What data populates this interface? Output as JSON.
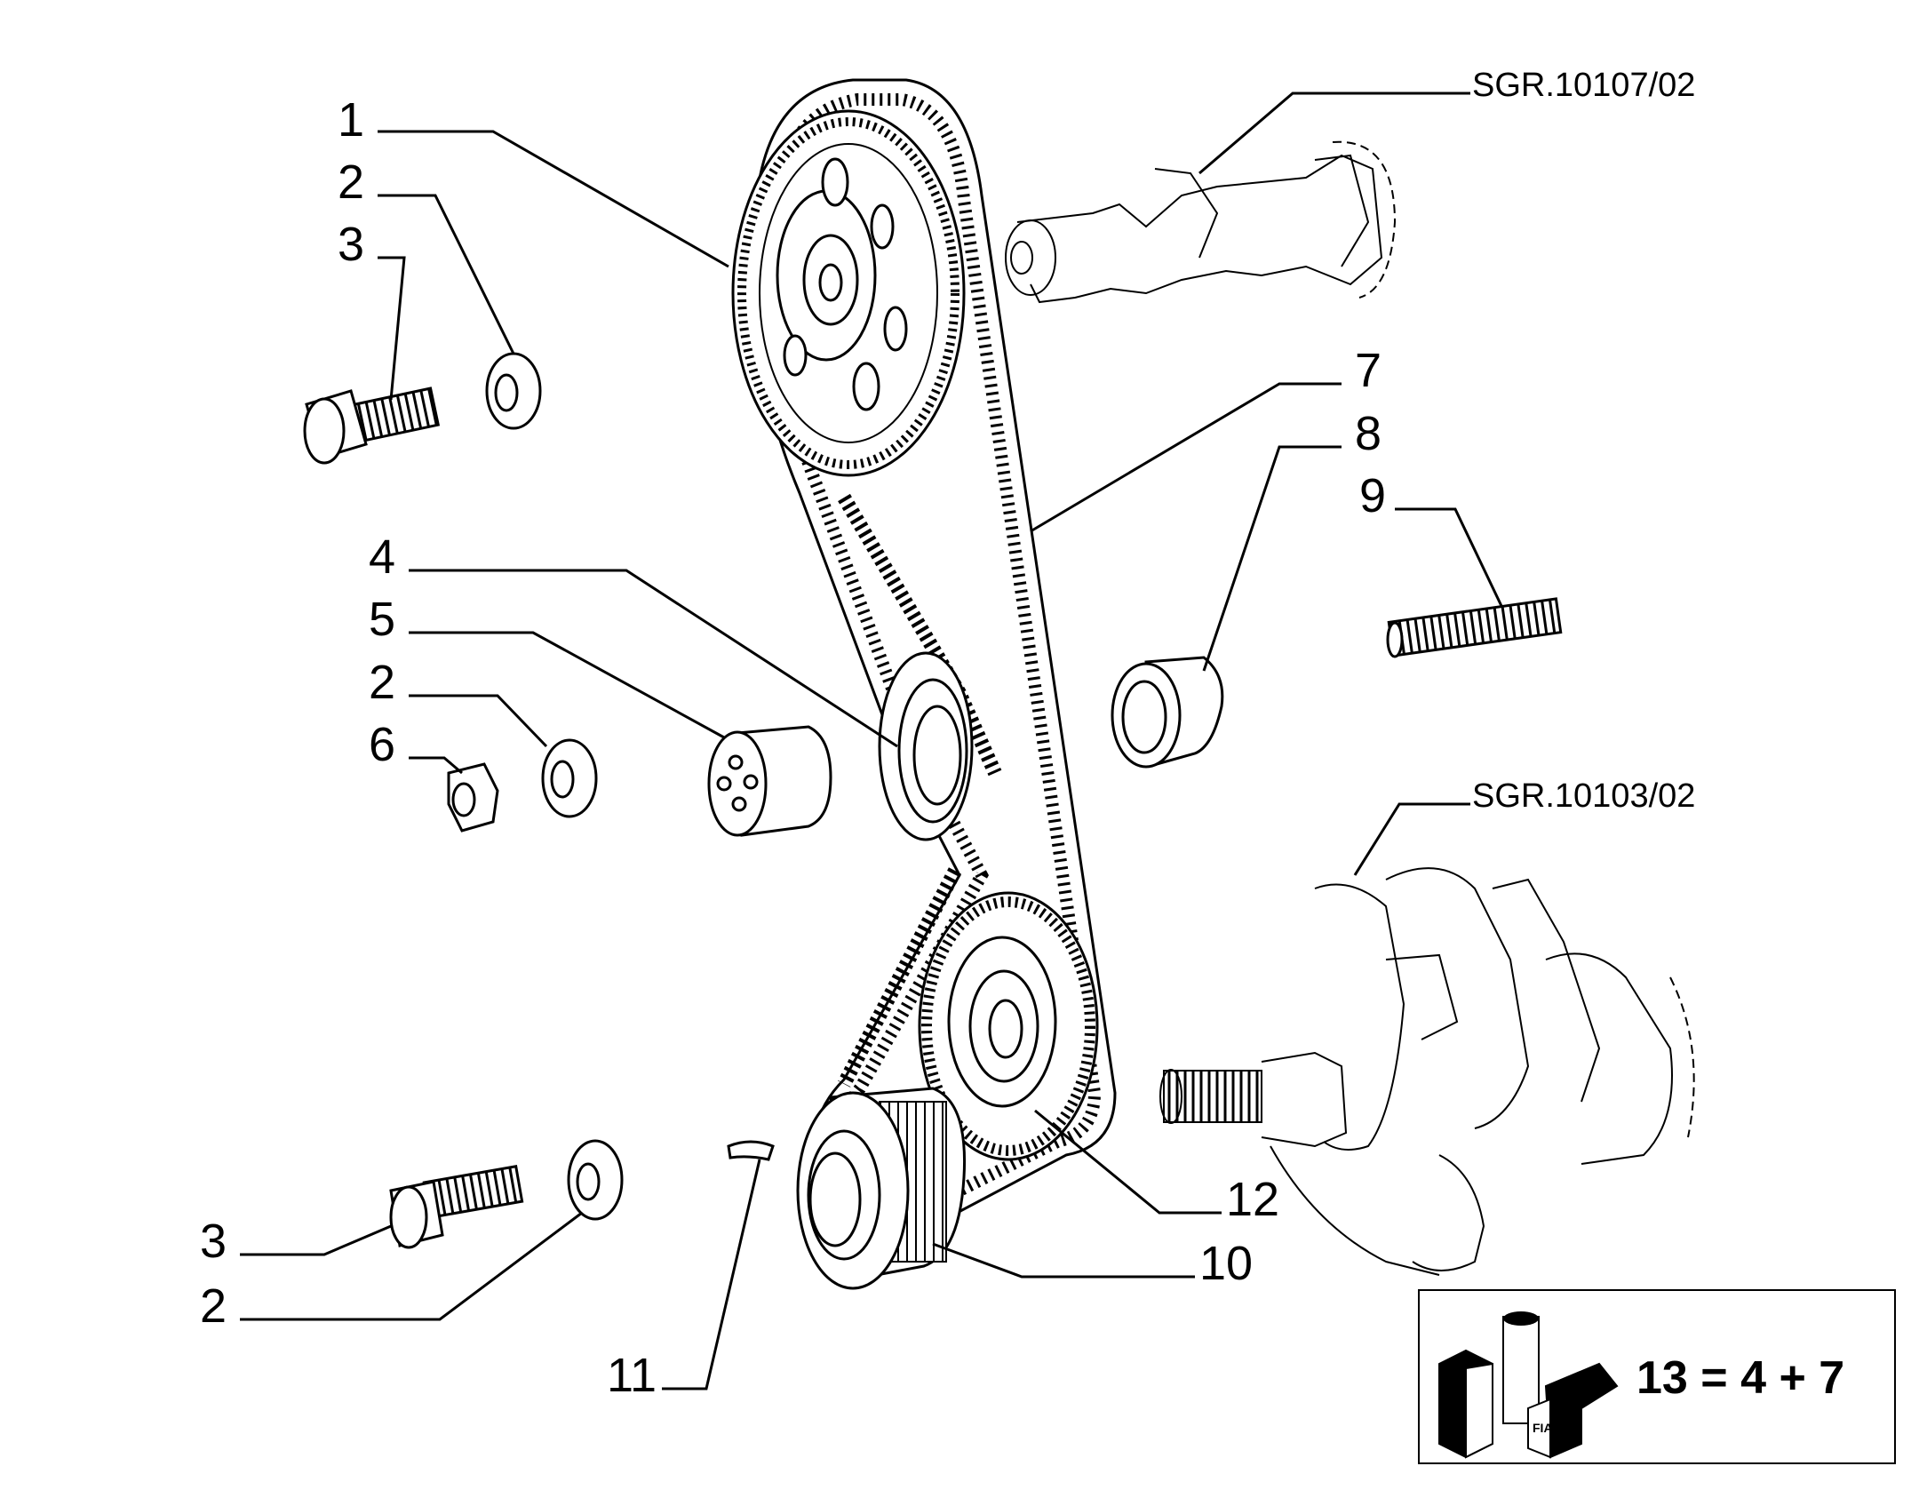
{
  "callouts": [
    {
      "label": "1"
    },
    {
      "label": "2"
    },
    {
      "label": "3"
    },
    {
      "label": "4"
    },
    {
      "label": "5"
    },
    {
      "label": "2"
    },
    {
      "label": "6"
    },
    {
      "label": "7"
    },
    {
      "label": "8"
    },
    {
      "label": "9"
    },
    {
      "label": "12"
    },
    {
      "label": "10"
    },
    {
      "label": "3"
    },
    {
      "label": "2"
    },
    {
      "label": "11"
    }
  ],
  "references": {
    "camshaft": "SGR.10107/02",
    "crankshaft": "SGR.10103/02"
  },
  "kit_box": {
    "formula": "13 = 4 + 7",
    "brand": "FIAT"
  }
}
